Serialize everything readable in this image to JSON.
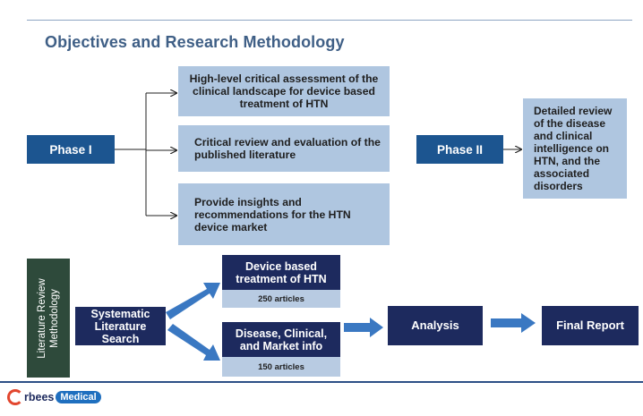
{
  "header": {
    "title": "Objectives and Research Methodology"
  },
  "phase1": {
    "label": "Phase I",
    "objectives": [
      "High-level critical assessment of the clinical landscape for device based treatment of HTN",
      "Critical review and evaluation of the published literature",
      "Provide insights and recommendations for the HTN device market"
    ]
  },
  "phase2": {
    "label": "Phase II",
    "description": "Detailed review of the disease and clinical intelligence on HTN, and the associated disorders"
  },
  "methodology": {
    "side_label": "Literature Review Methodology",
    "search": "Systematic Literature Search",
    "branch1": {
      "title": "Device based treatment of HTN",
      "count": "250 articles"
    },
    "branch2": {
      "title": "Disease, Clinical, and Market info",
      "count": "150 articles"
    },
    "analysis": "Analysis",
    "final": "Final Report"
  },
  "footer": {
    "brand_part1": "rbees",
    "brand_part2": "Medical",
    "brand_color": "#e2462e"
  },
  "colors": {
    "dark_blue": "#1c5590",
    "navy": "#1d2a5e",
    "light_blue": "#afc6e0",
    "arrow": "#3a78c2"
  }
}
